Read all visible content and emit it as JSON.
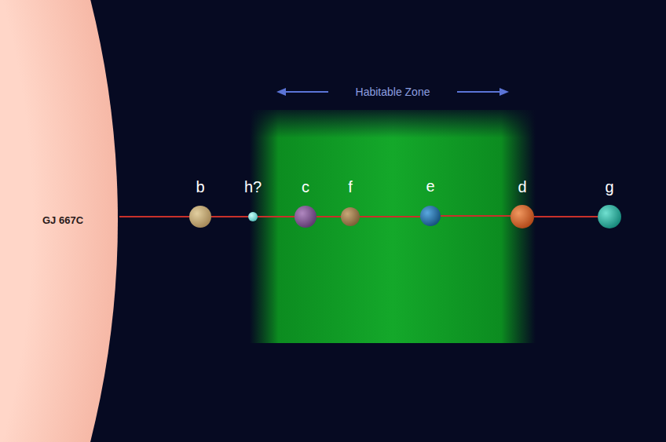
{
  "diagram": {
    "nodes": [
      {
        "text": [
          "GJ 667C"
        ]
      },
      {
        "text": [
          "b"
        ]
      },
      {
        "text": [
          "Habitable Zone"
        ]
      },
      {
        "text": [
          "h?"
        ],
        "in": 2
      },
      {
        "text": [
          "c"
        ],
        "in": 2
      },
      {
        "text": [
          "f"
        ],
        "in": 2
      },
      {
        "text": [
          "e"
        ],
        "in": 2
      },
      {
        "text": [
          "d"
        ],
        "in": 2
      },
      {
        "text": [
          "g"
        ]
      }
    ],
    "edges": [
      {
        "from": 0,
        "to": 1,
        "arrow": "none"
      },
      {
        "from": 1,
        "to": 3,
        "arrow": "none"
      },
      {
        "from": 3,
        "to": 4,
        "arrow": "none"
      },
      {
        "from": 4,
        "to": 5,
        "arrow": "none"
      },
      {
        "from": 5,
        "to": 6,
        "arrow": "none"
      },
      {
        "from": 6,
        "to": 7,
        "arrow": "none"
      },
      {
        "from": 7,
        "to": 8,
        "arrow": "none"
      }
    ]
  }
}
